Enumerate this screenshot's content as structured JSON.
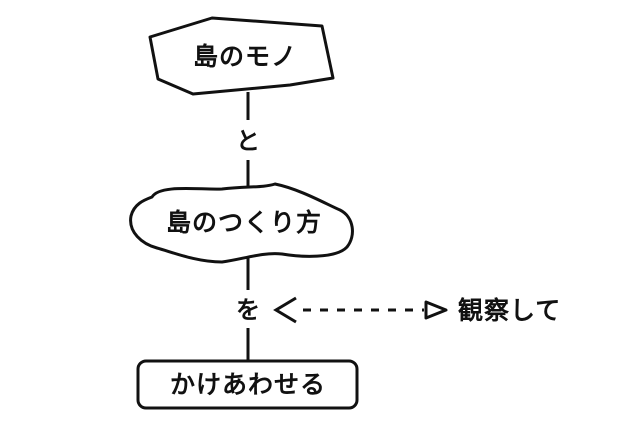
{
  "diagram": {
    "nodes": {
      "top": "島のモノ",
      "middle": "島のつくり方",
      "bottom": "かけあわせる"
    },
    "connectors": {
      "first": "と",
      "second": "を"
    },
    "side_note": "観察して"
  }
}
